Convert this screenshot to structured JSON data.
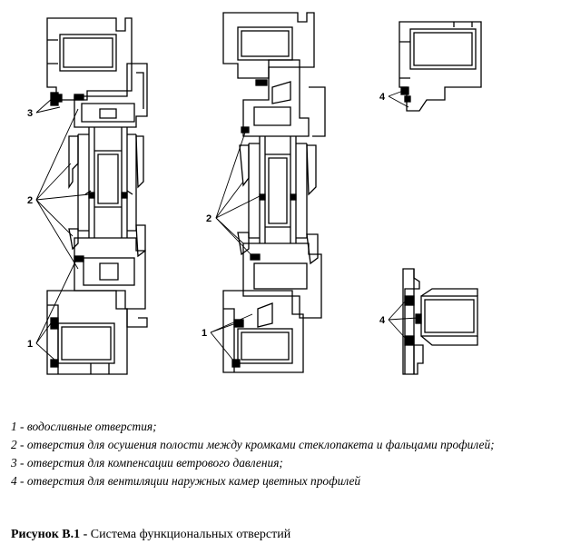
{
  "callouts": {
    "left": {
      "c3": "3",
      "c2": "2",
      "c1": "1"
    },
    "middle": {
      "c2": "2",
      "c1": "1"
    },
    "right_top": {
      "c4": "4"
    },
    "right_bottom": {
      "c4": "4"
    }
  },
  "legend": [
    "1 - водосливные отверстия;",
    "2 - отверстия для осушения полости между кромками стеклопакета и фальцами профилей;",
    "3 - отверстия для компенсации ветрового давления;",
    "4 - отверстия для вентиляции наружных камер цветных профилей"
  ],
  "caption": {
    "label": "Рисунок В.1 -",
    "text": " Система функциональных отверстий"
  }
}
